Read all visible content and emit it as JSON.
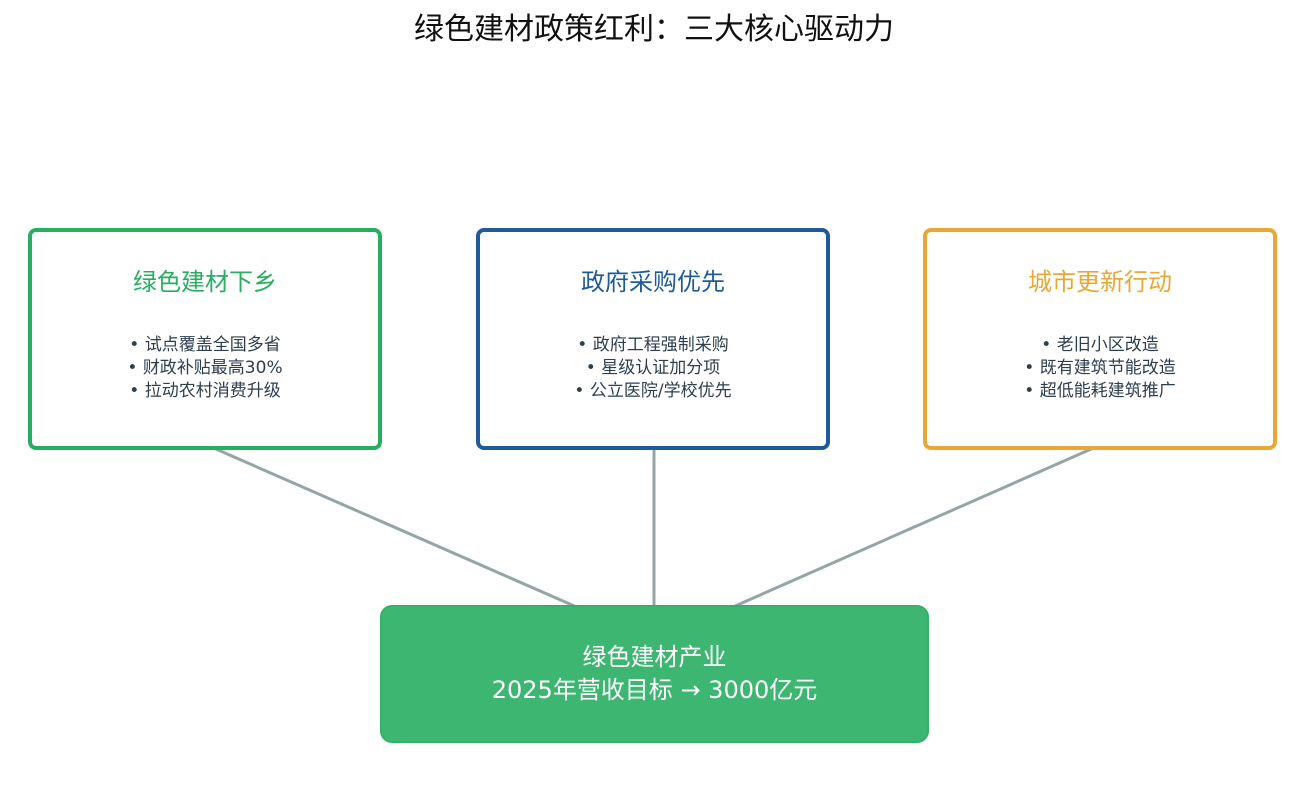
{
  "title": "绿色建材政策红利：三大核心驱动力",
  "colors": {
    "green": "#27ae60",
    "blue": "#1f5b9a",
    "orange": "#e8a838",
    "arrow": "#95a5a6",
    "result_fill": "#3cb671",
    "text_dark": "#2d3e50"
  },
  "drivers": [
    {
      "title": "绿色建材下乡",
      "color": "#27ae60",
      "points": [
        "试点覆盖全国多省",
        "财政补贴最高30%",
        "拉动农村消费升级"
      ]
    },
    {
      "title": "政府采购优先",
      "color": "#1f5b9a",
      "points": [
        "政府工程强制采购",
        "星级认证加分项",
        "公立医院/学校优先"
      ]
    },
    {
      "title": "城市更新行动",
      "color": "#e8a838",
      "points": [
        "老旧小区改造",
        "既有建筑节能改造",
        "超低能耗建筑推广"
      ]
    }
  ],
  "result": {
    "line1": "绿色建材产业",
    "line2": "2025年营收目标 → 3000亿元"
  }
}
